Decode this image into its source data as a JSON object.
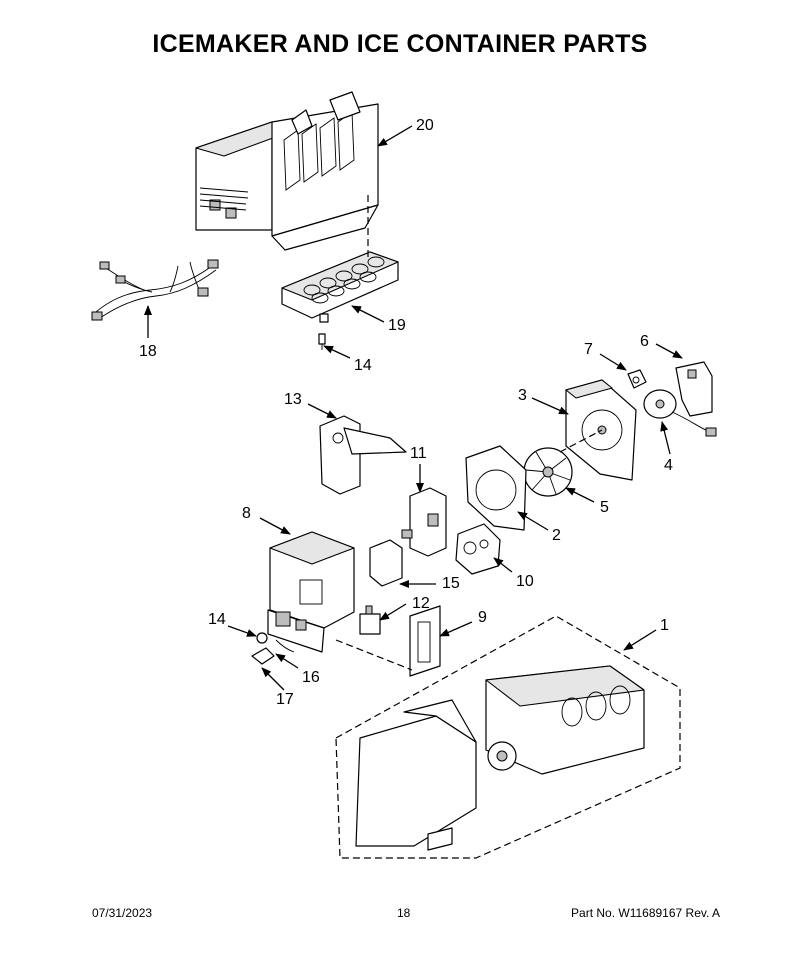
{
  "title": "ICEMAKER AND ICE CONTAINER PARTS",
  "callouts": {
    "p1": "1",
    "p2": "2",
    "p3": "3",
    "p4": "4",
    "p5": "5",
    "p6": "6",
    "p7": "7",
    "p8": "8",
    "p9": "9",
    "p10": "10",
    "p11": "11",
    "p12": "12",
    "p13": "13",
    "p14a": "14",
    "p14b": "14",
    "p15": "15",
    "p16": "16",
    "p17": "17",
    "p18": "18",
    "p19": "19",
    "p20": "20"
  },
  "footer": {
    "date": "07/31/2023",
    "page": "18",
    "part": "Part No.  W11689167  Rev.  A"
  }
}
